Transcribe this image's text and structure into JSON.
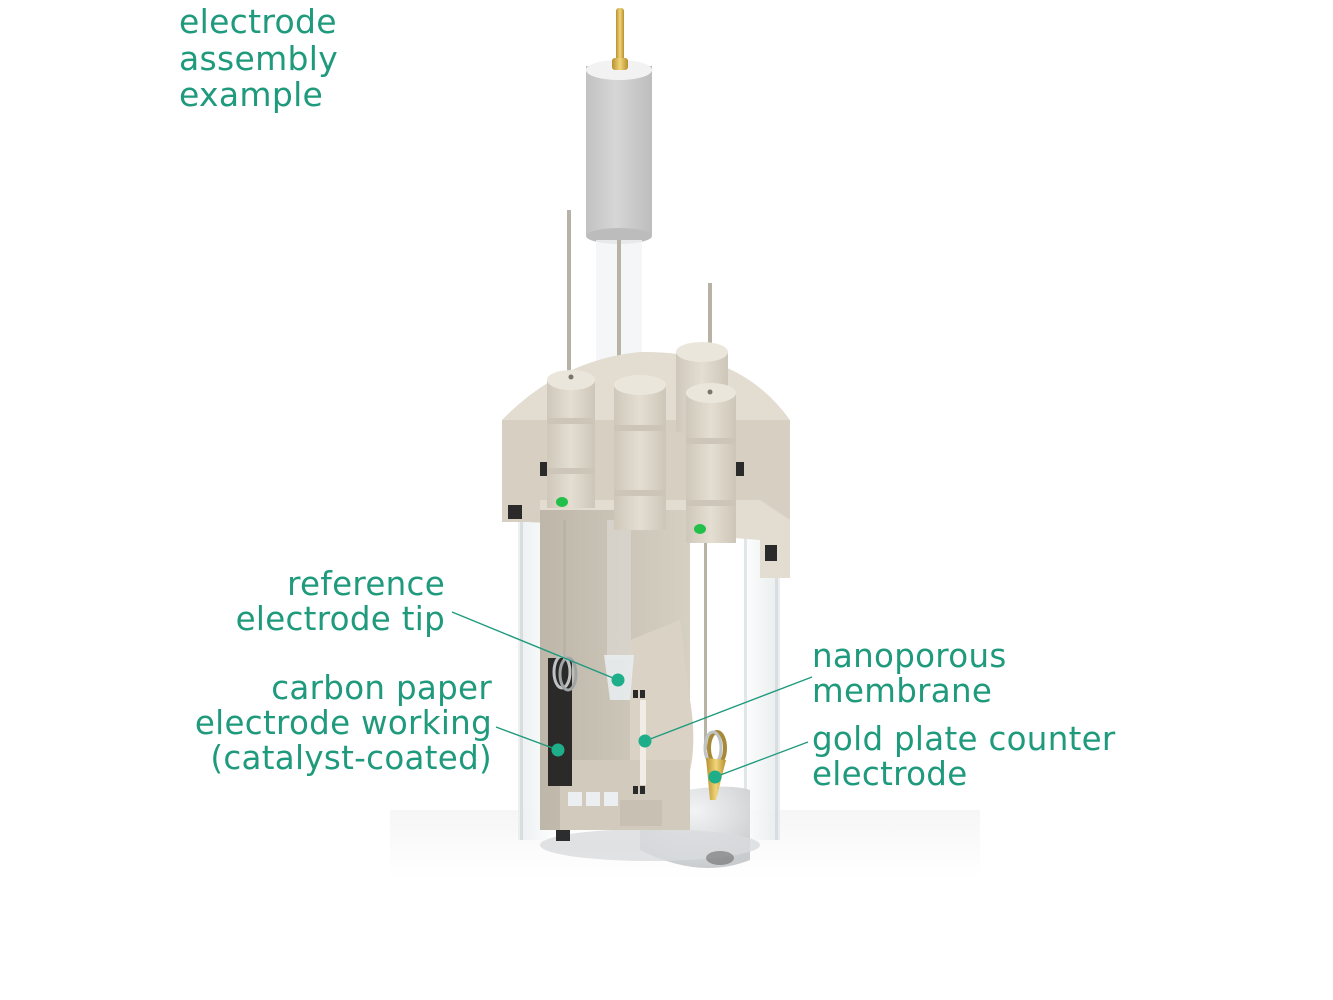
{
  "title": {
    "lines": [
      "electrode",
      "assembly",
      "example"
    ]
  },
  "labels": {
    "reference_tip": {
      "lines": [
        "reference",
        "electrode tip"
      ]
    },
    "carbon_paper": {
      "lines": [
        "carbon paper",
        "electrode working",
        "(catalyst-coated)"
      ]
    },
    "nanoporous_membrane": {
      "lines": [
        "nanoporous",
        "membrane"
      ]
    },
    "gold_plate": {
      "lines": [
        "gold plate counter",
        "electrode"
      ]
    }
  },
  "colors": {
    "accent": "#1f9a7c",
    "callout_dot": "#1fae8a",
    "ptfe_body": "#dcd5c8",
    "glass": "#eef2f3",
    "reference_cap": "#c9c9c9",
    "gold": "#d9b54a",
    "carbon": "#2b2a28",
    "o_ring_marker": "#22c04a"
  }
}
